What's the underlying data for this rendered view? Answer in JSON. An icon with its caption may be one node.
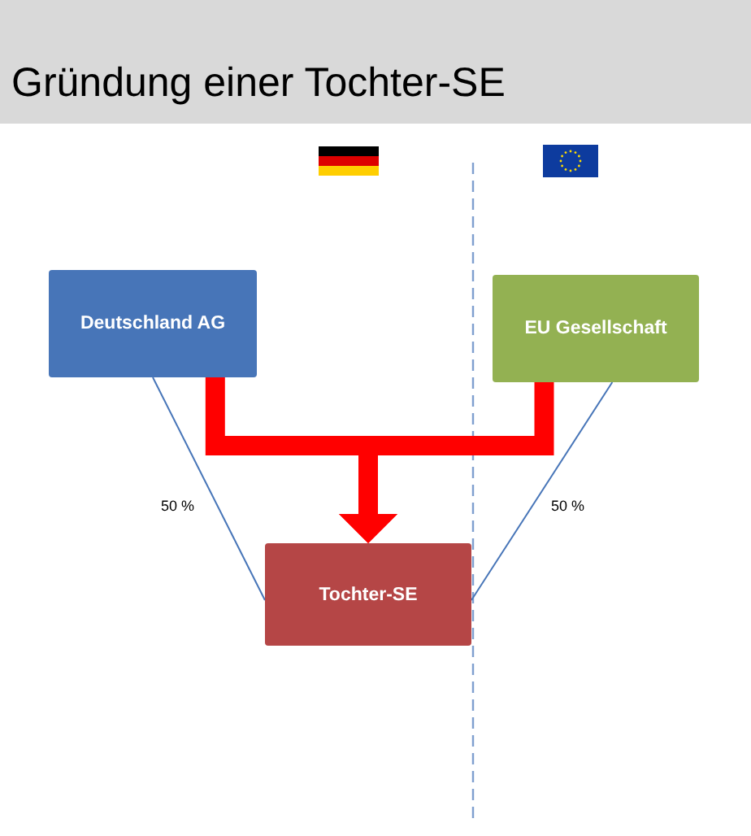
{
  "diagram": {
    "title": "Gründung einer Tochter-SE",
    "nodes": [
      {
        "text": [
          "Deutschland AG"
        ]
      },
      {
        "text": [
          "EU Gesellschaft"
        ]
      },
      {
        "text": [
          "Tochter-SE"
        ]
      }
    ],
    "edges": [
      {
        "from": 0,
        "to": 2,
        "arrow": "to",
        "style": "thick",
        "color": "#ff0000"
      },
      {
        "from": 1,
        "to": 2,
        "arrow": "to",
        "style": "thick",
        "color": "#ff0000"
      },
      {
        "from": 0,
        "to": 2,
        "arrow": "none",
        "label": "50 %",
        "color": "#4775b8"
      },
      {
        "from": 1,
        "to": 2,
        "arrow": "none",
        "label": "50 %",
        "color": "#4775b8"
      }
    ]
  }
}
